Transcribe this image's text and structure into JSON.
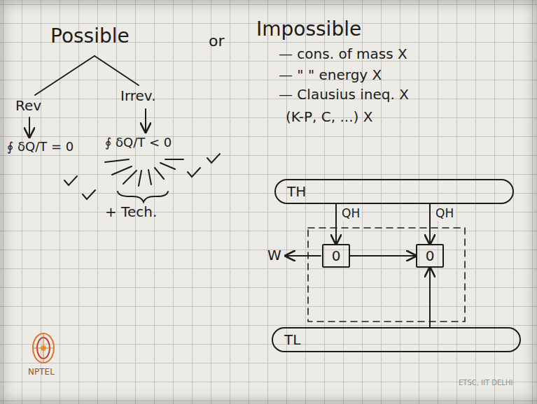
{
  "diagram": {
    "nodes": [
      {
        "text": [
          "TH"
        ]
      },
      {
        "text": [
          "0"
        ]
      },
      {
        "text": [
          "0"
        ]
      },
      {
        "text": [
          "TL"
        ]
      }
    ],
    "edges": [
      {
        "from": 0,
        "to": 1,
        "arrow": "to",
        "label": "QH"
      },
      {
        "from": 0,
        "to": 2,
        "arrow": "to",
        "label": "QH"
      },
      {
        "from": 1,
        "to": 2,
        "arrow": "to"
      },
      {
        "from": 3,
        "to": 2,
        "arrow": "to"
      }
    ],
    "labels": [
      "Possible",
      "or",
      "Impossible",
      "Rev",
      "Irrev.",
      "∮ δQ/T = 0",
      "∮ δQ/T < 0",
      "+ Tech.",
      "— cons. of mass X",
      "— \" \" energy X",
      "— Clausius ineq. X",
      "(K-P, C, ...) X",
      "W",
      "ETSC, IIT DELHI",
      "NPTEL"
    ]
  }
}
